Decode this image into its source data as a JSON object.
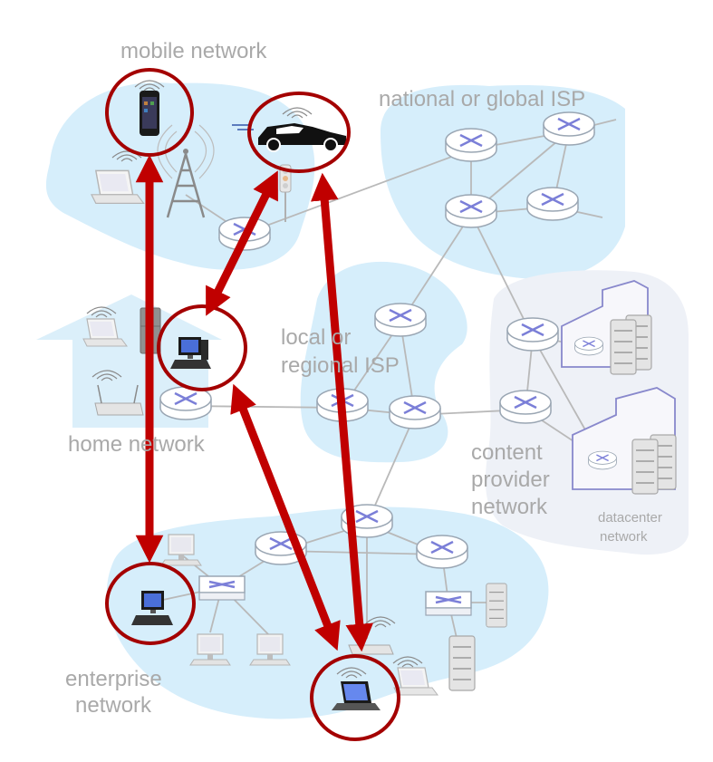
{
  "labels": {
    "mobile": "mobile network",
    "national": "national or global ISP",
    "local_line1": "local or",
    "local_line2": "regional ISP",
    "home": "home network",
    "content_line1": "content",
    "content_line2": "provider",
    "content_line3": "network",
    "datacenter_line1": "datacenter",
    "datacenter_line2": "network",
    "enterprise_line1": "enterprise",
    "enterprise_line2": "network"
  },
  "colors": {
    "region_fill": "#d6eefb",
    "router_fill": "#ffffff",
    "router_stroke": "#9aa6b3",
    "router_x": "#7b7fd8",
    "link": "#b9b9b9",
    "arrow": "#c00000",
    "ring": "#a40000",
    "label": "#a9a9a9",
    "building": "#8888cc"
  },
  "diagram": {
    "regions": [
      "mobile network",
      "national or global ISP",
      "local or regional ISP",
      "home network",
      "content provider network",
      "datacenter network",
      "enterprise network"
    ],
    "highlighted_hosts": [
      "smartphone",
      "car",
      "home computer",
      "enterprise computer",
      "enterprise laptop"
    ],
    "arrows": [
      {
        "from": "smartphone",
        "to": "enterprise computer",
        "bidirectional": true
      },
      {
        "from": "car",
        "to": "home computer",
        "bidirectional": true
      },
      {
        "from": "car",
        "to": "enterprise laptop",
        "bidirectional": true
      },
      {
        "from": "home computer",
        "to": "enterprise laptop",
        "bidirectional": true
      }
    ]
  }
}
